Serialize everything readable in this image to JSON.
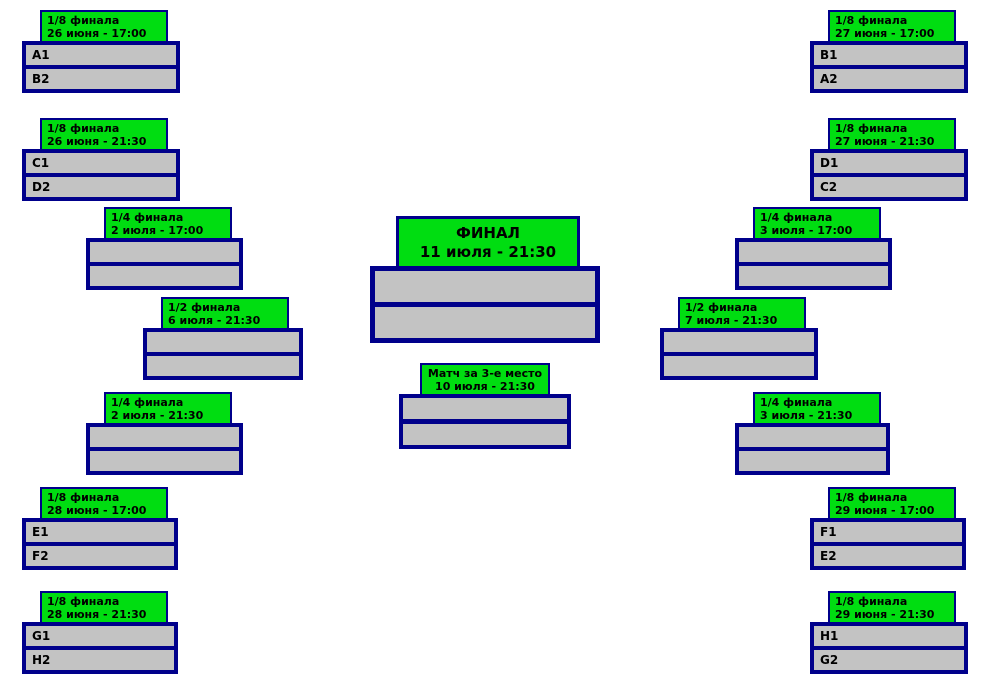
{
  "palette": {
    "header_green": "#00dd11",
    "slot_gray": "#c3c3c3",
    "border_navy": "#00008b",
    "background": "#ffffff"
  },
  "stages": {
    "round_of_16": "1/8 финала",
    "quarterfinal": "1/4 финала",
    "semifinal": "1/2 финала",
    "final": "ФИНАЛ",
    "third_place": "Матч за 3-е место"
  },
  "matches": [
    {
      "stage": "1/8 финала",
      "datetime": "26 июня - 17:00",
      "home": "A1",
      "away": "B2"
    },
    {
      "stage": "1/8 финала",
      "datetime": "26 июня - 21:30",
      "home": "C1",
      "away": "D2"
    },
    {
      "stage": "1/4 финала",
      "datetime": "2 июля - 17:00",
      "home": "",
      "away": ""
    },
    {
      "stage": "1/2 финала",
      "datetime": "6 июля - 21:30",
      "home": "",
      "away": ""
    },
    {
      "stage": "1/4 финала",
      "datetime": "2 июля - 21:30",
      "home": "",
      "away": ""
    },
    {
      "stage": "1/8 финала",
      "datetime": "28 июня - 17:00",
      "home": "E1",
      "away": "F2"
    },
    {
      "stage": "1/8 финала",
      "datetime": "28 июня - 21:30",
      "home": "G1",
      "away": "H2"
    },
    {
      "stage": "ФИНАЛ",
      "datetime": "11 июля - 21:30",
      "home": "",
      "away": ""
    },
    {
      "stage": "Матч за 3-е место",
      "datetime": "10 июля - 21:30",
      "home": "",
      "away": ""
    },
    {
      "stage": "1/8 финала",
      "datetime": "27 июня - 17:00",
      "home": "B1",
      "away": "A2"
    },
    {
      "stage": "1/8 финала",
      "datetime": "27 июня - 21:30",
      "home": "D1",
      "away": "C2"
    },
    {
      "stage": "1/4 финала",
      "datetime": "3 июля - 17:00",
      "home": "",
      "away": ""
    },
    {
      "stage": "1/2 финала",
      "datetime": "7 июля - 21:30",
      "home": "",
      "away": ""
    },
    {
      "stage": "1/4 финала",
      "datetime": "3 июля - 21:30",
      "home": "",
      "away": ""
    },
    {
      "stage": "1/8 финала",
      "datetime": "29 июня - 17:00",
      "home": "F1",
      "away": "E2"
    },
    {
      "stage": "1/8 финала",
      "datetime": "29 июня - 21:30",
      "home": "H1",
      "away": "G2"
    }
  ]
}
